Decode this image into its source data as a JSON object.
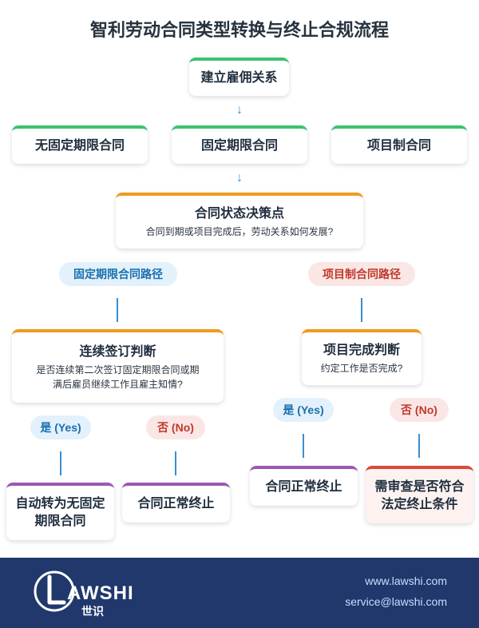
{
  "title": "智利劳动合同类型转换与终止合规流程",
  "start": "建立雇佣关系",
  "contract_types": [
    "无固定期限合同",
    "固定期限合同",
    "项目制合同"
  ],
  "decision": {
    "title": "合同状态决策点",
    "subtitle": "合同到期或项目完成后，劳动关系如何发展?"
  },
  "path_fixed": "固定期限合同路径",
  "path_project": "项目制合同路径",
  "fixed_check": {
    "title": "连续签订判断",
    "line1": "是否连续第二次签订固定期限合同或期",
    "line2": "满后雇员继续工作且雇主知情?"
  },
  "project_check": {
    "title": "项目完成判断",
    "subtitle": "约定工作是否完成?"
  },
  "yes": "是 (Yes)",
  "no": "否 (No)",
  "outcomes": {
    "auto_convert_line1": "自动转为无固定",
    "auto_convert_line2": "期限合同",
    "normal_end_fixed": "合同正常终止",
    "normal_end_project": "合同正常终止",
    "review_line1": "需审查是否符合",
    "review_line2": "法定终止条件"
  },
  "arrow": "↓",
  "footer": {
    "logo_text": "LAWSHI",
    "logo_sub": "世识",
    "website": "www.lawshi.com",
    "email": "service@lawshi.com"
  },
  "colors": {
    "green": "#3cc36d",
    "orange": "#ef9b1f",
    "purple": "#9b59b6",
    "red": "#d94b3a",
    "blue": "#1a6fae",
    "footer_bg": "#20386c"
  }
}
